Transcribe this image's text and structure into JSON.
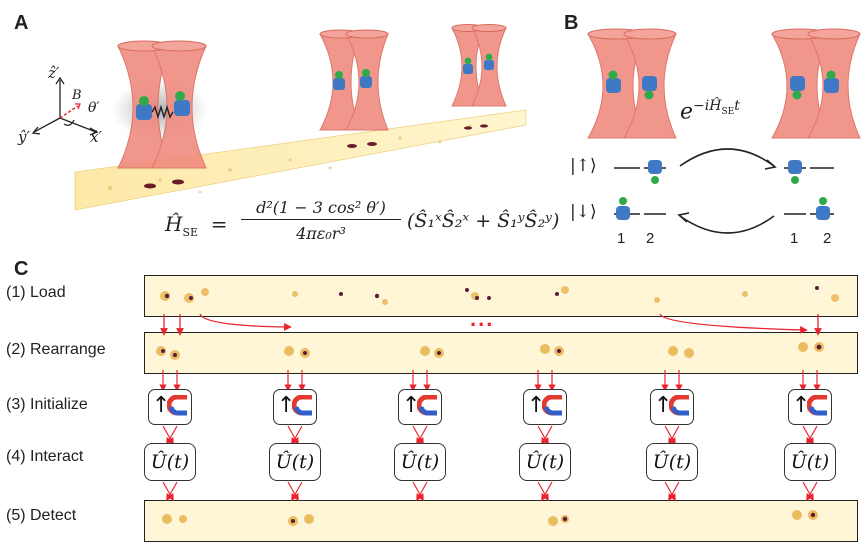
{
  "panels": {
    "a": "A",
    "b": "B",
    "c": "C"
  },
  "panel_a": {
    "axis_z": "ẑ′",
    "axis_y": "ŷ′",
    "axis_x": "x̂′",
    "axis_B": "B",
    "axis_theta": "θ′",
    "hamiltonian_lhs": "Ĥ",
    "hamiltonian_lhs_sub": "SE",
    "hamiltonian_numerator": "d²(1 − 3 cos² θ′)",
    "hamiltonian_denominator": "4πε₀r³",
    "hamiltonian_term": "(Ŝ₁ˣŜ₂ˣ + Ŝ₁ʸŜ₂ʸ)"
  },
  "panel_b": {
    "evolution": "e",
    "evolution_exp": "−iĤ",
    "evolution_exp_sub": "SE",
    "evolution_t": "t",
    "state_up": "|↑⟩",
    "state_down": "|↓⟩",
    "site_left_1": "1",
    "site_left_2": "2",
    "site_right_1": "1",
    "site_right_2": "2"
  },
  "panel_c": {
    "steps": [
      {
        "label": "(1) Load"
      },
      {
        "label": "(2) Rearrange"
      },
      {
        "label": "(3) Initialize"
      },
      {
        "label": "(4) Interact"
      },
      {
        "label": "(5) Detect"
      }
    ],
    "ellipsis": "...",
    "operator": "Û(t)",
    "init_glyph": "↑"
  },
  "colors": {
    "beam": "#f08b7f",
    "beam_dark": "#d96a5e",
    "atom_blue": "#3f79c5",
    "atom_green": "#2faa4a",
    "arrow_red": "#e8242e",
    "magnet_red": "#e23a2e",
    "magnet_blue": "#2f5fc8",
    "strip_bg": "#fff6d8"
  }
}
